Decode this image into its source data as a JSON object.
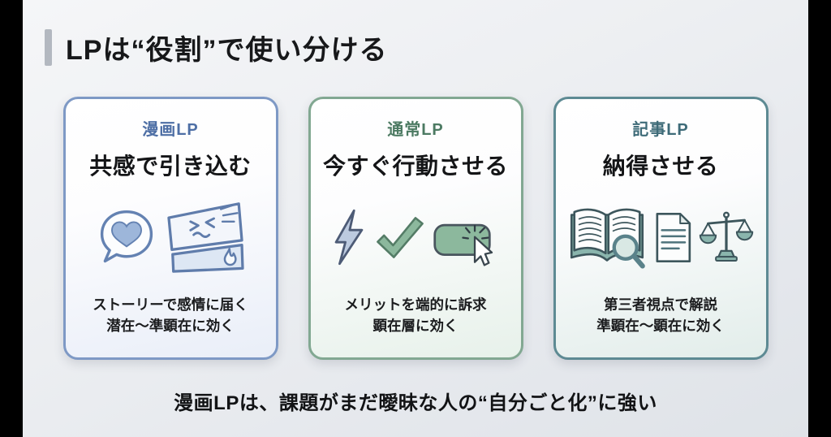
{
  "slide": {
    "title": "LPは“役割”で使い分ける",
    "footer": "漫画LPは、課題がまだ曖昧な人の“自分ごと化”に強い",
    "background_color": "#eceef1",
    "letterbox_color": "#000000",
    "accent_bar_color": "#b3b8c0"
  },
  "cards": [
    {
      "label": "漫画LP",
      "heading": "共感で引き込む",
      "description_line1": "ストーリーで感情に届く",
      "description_line2": "潜在〜準顕在に効く",
      "icons": [
        "speech-bubble-heart-icon",
        "manga-panel-icon"
      ],
      "colors": {
        "border": "#7e99c5",
        "label": "#4e6fa5",
        "tint": "#e9eef8"
      }
    },
    {
      "label": "通常LP",
      "heading": "今すぐ行動させる",
      "description_line1": "メリットを端的に訴求",
      "description_line2": "顕在層に効く",
      "icons": [
        "lightning-icon",
        "checkmark-icon",
        "click-button-icon"
      ],
      "colors": {
        "border": "#82a892",
        "label": "#4c7a62",
        "tint": "#e7f1ea"
      }
    },
    {
      "label": "記事LP",
      "heading": "納得させる",
      "description_line1": "第三者視点で解説",
      "description_line2": "準顕在〜顕在に効く",
      "icons": [
        "book-magnifier-icon",
        "document-icon",
        "scale-icon"
      ],
      "colors": {
        "border": "#5d8a93",
        "label": "#3e6b78",
        "tint": "#e2edea"
      }
    }
  ]
}
